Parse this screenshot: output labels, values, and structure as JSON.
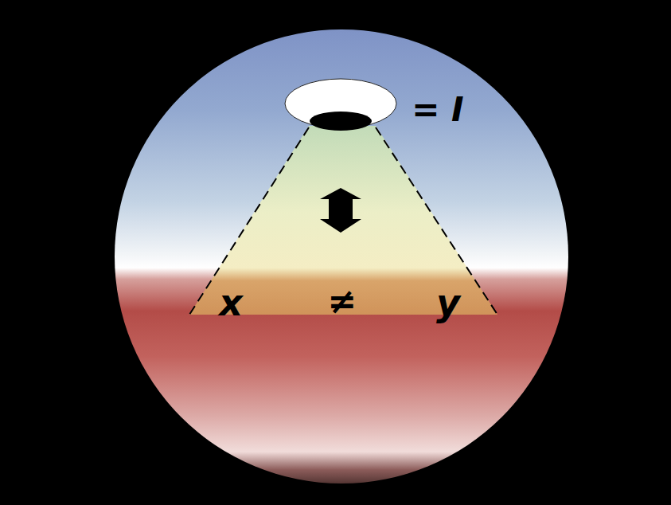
{
  "diagram": {
    "labels": [
      "= I",
      "x",
      "≠",
      "y"
    ]
  }
}
